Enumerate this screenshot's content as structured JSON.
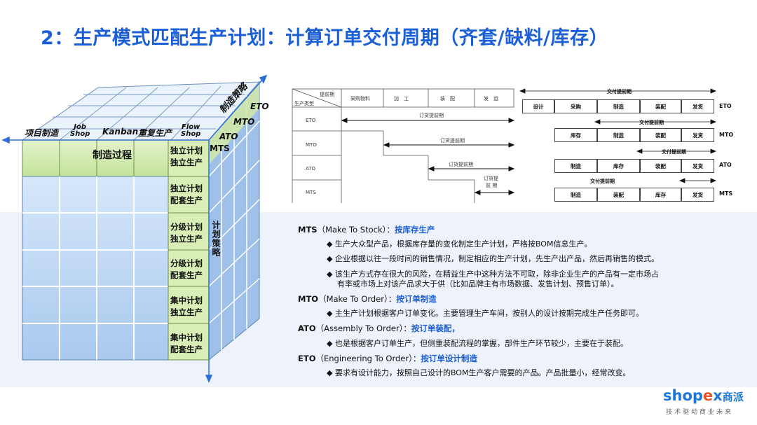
{
  "title": "2：生产模式匹配生产计划：计算订单交付周期（齐套/缺料/库存）",
  "cube": {
    "top_labels": [
      "项目制造",
      "Job Shop",
      "Kanban",
      "重复生产",
      "Flow Shop"
    ],
    "job_line1": "Job",
    "job_line2": "Shop",
    "flow_line1": "Flow",
    "flow_line2": "Shop",
    "process_label": "制造过程",
    "strategy_label": "制造策略",
    "plan_label": "计划策略",
    "strategies": [
      "ETO",
      "MTO",
      "ATO",
      "MTS"
    ],
    "rows": [
      {
        "l1": "独立计划",
        "l2": "独立生产"
      },
      {
        "l1": "独立计划",
        "l2": "配套生产"
      },
      {
        "l1": "分级计划",
        "l2": "独立生产"
      },
      {
        "l1": "分级计划",
        "l2": "配套生产"
      },
      {
        "l1": "集中计划",
        "l2": "独立生产"
      },
      {
        "l1": "集中计划",
        "l2": "配套生产"
      }
    ]
  },
  "lead_chart": {
    "corner_top": "提前期",
    "corner_bottom": "生产类型",
    "headers": [
      "采购物料",
      "加　工",
      "装　配",
      "发　运"
    ],
    "types": [
      "ETO",
      "MTO",
      "ATO",
      "MTS"
    ],
    "arrow_label": "订货提前期",
    "mts_label1": "订货提",
    "mts_label2": "前 期"
  },
  "delivery_chart": {
    "label": "交付提前期",
    "rows": [
      {
        "tag": "ETO",
        "cells": [
          "设计",
          "采购",
          "制造",
          "装配",
          "发货"
        ]
      },
      {
        "tag": "MTO",
        "cells": [
          "库存",
          "制造",
          "装配",
          "发货"
        ]
      },
      {
        "tag": "ATO",
        "cells": [
          "制造",
          "库存",
          "装配",
          "发货"
        ]
      },
      {
        "tag": "MTS",
        "cells": [
          "制造",
          "装配",
          "库存",
          "发货"
        ]
      }
    ]
  },
  "descriptions": {
    "mts_key": "MTS",
    "mts_full": "（Make To Stock）：",
    "mts_blue": "按库存生产",
    "mts_b1": "◆ 生产大众型产品，根据库存量的变化制定生产计划，严格按BOM信息生产。",
    "mts_b2": "◆ 企业根据以往一段时间的销售情况，制定相应的生产计划，先生产出产品，然后再销售的模式。",
    "mts_b3a": "◆ 该生产方式存在很大的风险，在精益生产中这种方法不可取，除非企业生产的产品有一定市场占",
    "mts_b3b": "有率或市场上对该产品求大于供（比如品牌主有市场数据、发售计划、预售订单）。",
    "mto_key": "MTO",
    "mto_full": "（Make To Order）：",
    "mto_blue": "按订单制造",
    "mto_b1": "◆ 主生产计划根据客户订单变化。主要管理生产车间，按别人的设计按期完成生产任务即可。",
    "ato_key": "ATO",
    "ato_full": "（Assembly To Order）：",
    "ato_blue": "按订单装配，",
    "ato_b1": "◆ 也是根据客户订单生产，但侧重装配流程的掌握，部件生产环节较少，主要在于装配。",
    "eto_key": "ETO",
    "eto_full": "（Engineering To Order）：",
    "eto_blue": "按订单设计制造",
    "eto_b1": "◆ 要求有设计能力，按照自己设计的BOM生产客户需要的产品。产品批量小，经常改变。"
  },
  "brand": {
    "logo_a": "shop",
    "logo_x": "e",
    "logo_b": "x",
    "logo_cn": "商派",
    "slogan": "技术驱动商业未来"
  },
  "colors": {
    "accent": "#1b5fd6",
    "green": "#cfe8a8",
    "blue_cell": "#bcd7f5"
  }
}
